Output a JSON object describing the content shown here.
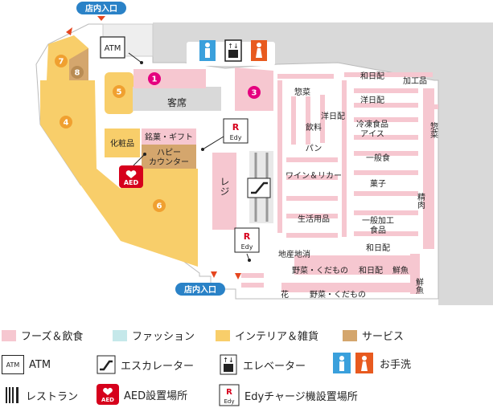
{
  "colors": {
    "food": "#f6c7d0",
    "fashion": "#c5e8ea",
    "interior": "#f8ce6a",
    "service": "#d4a66d",
    "wall": "#d9d9d9",
    "accent": "#e5007f",
    "entrance": "#2a82c7",
    "aed": "#d6001c"
  },
  "entrances": {
    "top": "店内入口",
    "bottom": "店内入口"
  },
  "map_labels": {
    "customer_seats": "客席",
    "cosmetics": "化粧品",
    "sweets_gift": "銘菓・ギフト",
    "happy_counter": "ハピー\nカウンター",
    "register": "レジ",
    "atm": "ATM",
    "aed": "AED",
    "edy_r": "R",
    "edy": "Edy",
    "souzai1": "惣菜",
    "souzai2": "惣菜",
    "wanichi_top": "和日配",
    "kakou": "加工品",
    "yonichi_top": "洋日配",
    "yonichi": "洋日配",
    "reitou": "冷凍食品\nアイス",
    "inryou": "飲料",
    "pan": "パン",
    "ippan": "一般食",
    "wine": "ワイン＆リカー",
    "kashi": "菓子",
    "seikatsu": "生活用品",
    "ippan_kakou": "一般加工\n食品",
    "wanichi2": "和日配",
    "wanichi3": "和日配",
    "seiniku": "精肉",
    "chisan": "地産地消",
    "yasai1": "野菜・くだもの",
    "yasai2": "野菜・くだもの",
    "sengyo1": "鮮魚",
    "sengyo2": "鮮魚",
    "hana": "花"
  },
  "markers": [
    {
      "num": "1",
      "color": "#e5007f"
    },
    {
      "num": "3",
      "color": "#e5007f"
    },
    {
      "num": "4",
      "color": "#f0a030"
    },
    {
      "num": "5",
      "color": "#f0a030"
    },
    {
      "num": "6",
      "color": "#f0a030"
    },
    {
      "num": "7",
      "color": "#f0a030"
    },
    {
      "num": "8",
      "color": "#b98c54"
    }
  ],
  "legend": {
    "food": "フーズ＆飲食",
    "fashion": "ファッション",
    "interior": "インテリア＆雑貨",
    "service": "サービス",
    "atm": "ATM",
    "escalator": "エスカレーター",
    "elevator": "エレベーター",
    "toilet": "お手洗",
    "restaurant": "レストラン",
    "aed": "AED設置場所",
    "edy": "Edyチャージ機設置場所"
  },
  "icons": [
    "atm-icon",
    "escalator-icon",
    "elevator-icon",
    "toilet-icon",
    "restaurant-icon",
    "aed-icon",
    "edy-icon"
  ]
}
